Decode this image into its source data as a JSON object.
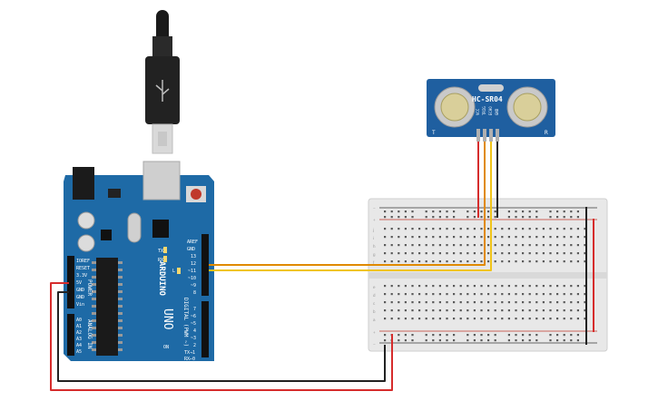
{
  "sensor": {
    "name": "HC-SR04",
    "pins": [
      "VCC",
      "TRIG",
      "ECHO",
      "GND"
    ],
    "left_mark": "T",
    "right_mark": "R"
  },
  "arduino": {
    "brand": "ARDUINO",
    "model": "UNO",
    "digital_label": "DIGITAL (PWM ~)",
    "power_label": "POWER",
    "analog_label": "ANALOG IN",
    "tx_label": "TX",
    "rx_label": "RX",
    "l_label": "L",
    "on_label": "ON",
    "power_pins": [
      "IOREF",
      "RESET",
      "3.3V",
      "5V",
      "GND",
      "GND",
      "Vin"
    ],
    "analog_pins": [
      "A0",
      "A1",
      "A2",
      "A3",
      "A4",
      "A5"
    ],
    "header_top": [
      "AREF",
      "GND",
      "13",
      "12",
      "~11",
      "~10",
      "~9",
      "8"
    ],
    "header_bottom": [
      "7",
      "~6",
      "~5",
      "4",
      "~3",
      "2",
      "TX→1",
      "RX←0"
    ]
  },
  "breadboard": {
    "row_letters_top": [
      "j",
      "i",
      "h",
      "g",
      "f"
    ],
    "row_letters_bottom": [
      "e",
      "d",
      "c",
      "b",
      "a"
    ],
    "plus": "+",
    "minus": "−"
  },
  "colors": {
    "board": "#1e6aa6",
    "wire_red": "#d62c2c",
    "wire_black": "#222222",
    "wire_orange": "#e08a00",
    "wire_yellow": "#f0c419",
    "sensor": "#1f5fa0"
  }
}
